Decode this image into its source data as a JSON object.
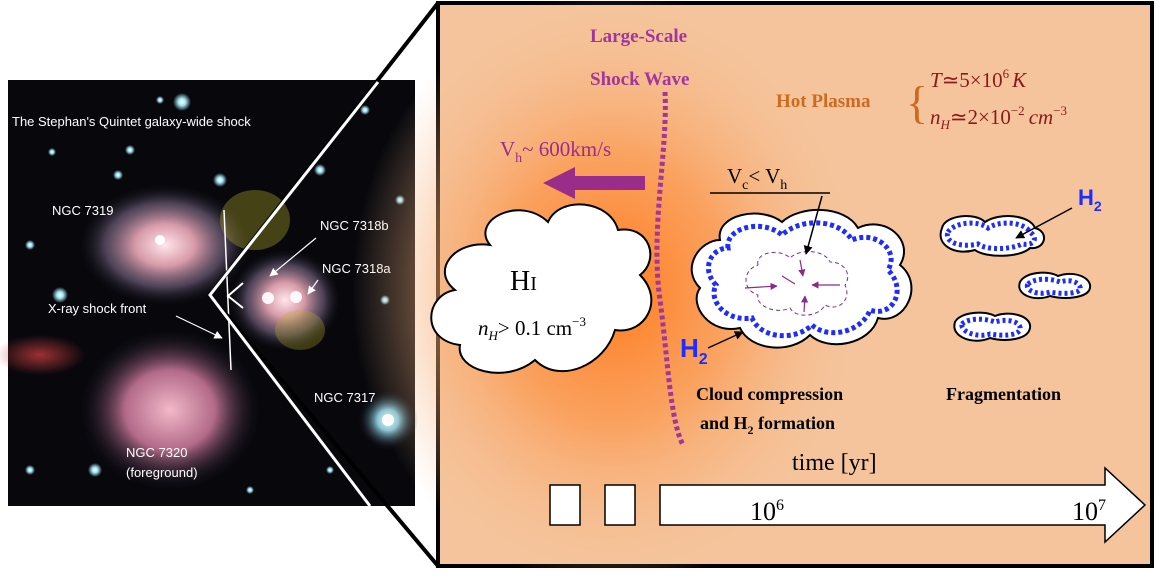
{
  "photo_panel": {
    "title": "The Stephan's Quintet galaxy-wide shock",
    "labels": {
      "ngc7319": "NGC 7319",
      "ngc7318b": "NGC 7318b",
      "ngc7318a": "NGC 7318a",
      "xray": "X-ray shock front",
      "ngc7317": "NGC 7317",
      "ngc7320_line1": "NGC 7320",
      "ngc7320_line2": "(foreground)"
    }
  },
  "schematic": {
    "shock_line1": "Large-Scale",
    "shock_line2": "Shock Wave",
    "hot_plasma": "Hot Plasma",
    "temp_var": "T",
    "temp_rel": "≃5×10",
    "temp_exp": "6",
    "temp_unit": "K",
    "dens_var": "n",
    "dens_sub": "H",
    "dens_rel": "≃2×10",
    "dens_exp": "−2",
    "dens_unit": "cm",
    "dens_unit_exp": "−3",
    "vh_base": "V",
    "vh_sub": "h",
    "vh_rest": "~ 600km/s",
    "vc_base": "V",
    "vc_sub": "c",
    "vc_mid": "< V",
    "vc_sub2": "h",
    "hi_main": "H",
    "hi_small": "I",
    "hi_dens_var": "n",
    "hi_dens_sub": "H",
    "hi_dens_rel": "> 0.1 cm",
    "hi_dens_exp": "−3",
    "h2_base": "H",
    "h2_sub": "2",
    "compression_line1": "Cloud compression",
    "compression_line2_a": "and H",
    "compression_line2_sub": "2",
    "compression_line2_b": " formation",
    "fragmentation": "Fragmentation",
    "time_label": "time [yr]",
    "tick1_base": "10",
    "tick1_exp": "6",
    "tick2_base": "10",
    "tick2_exp": "7"
  },
  "colors": {
    "plasma_bg": "#f5c49c",
    "shock": "#a0379c",
    "hot_plasma_text": "#cc6a1f",
    "plasma_formula": "#8b1a1a",
    "h2_blue": "#1f2cff",
    "arrow_purple": "#8a2a8a"
  }
}
